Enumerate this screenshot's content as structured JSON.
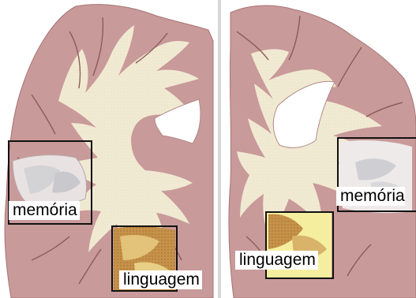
{
  "regions": [
    {
      "id": "left-memory",
      "label": "memória",
      "panel": "left"
    },
    {
      "id": "left-language",
      "label": "linguagem",
      "panel": "left"
    },
    {
      "id": "right-language",
      "label": "linguagem",
      "panel": "right"
    },
    {
      "id": "right-memory",
      "label": "memória",
      "panel": "right"
    }
  ],
  "colors": {
    "gray_matter": "#c99a9a",
    "white_matter": "#f1ead3",
    "memory_region": "#d8d8d8",
    "language_region": "#b9843e",
    "language_region_light": "#f5ee9f",
    "box_stroke": "#111111",
    "divider": "#d7d7d7"
  }
}
